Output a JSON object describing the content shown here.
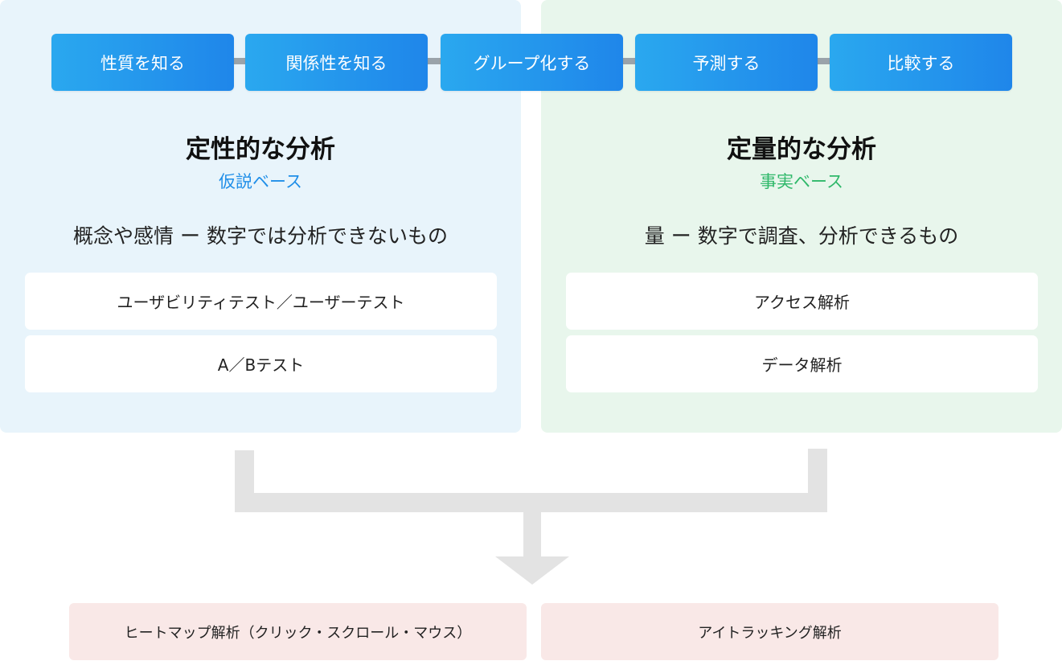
{
  "steps": [
    "性質を知る",
    "関係性を知る",
    "グループ化する",
    "予測する",
    "比較する"
  ],
  "qualitative": {
    "title": "定性的な分析",
    "subtitle": "仮説ベース",
    "description": "概念や感情 ー 数字では分析できないもの",
    "methods": [
      "ユーザビリティテスト／ユーザーテスト",
      "A／Bテスト"
    ]
  },
  "quantitative": {
    "title": "定量的な分析",
    "subtitle": "事実ベース",
    "description": "量 ー 数字で調査、分析できるもの",
    "methods": [
      "アクセス解析",
      "データ解析"
    ]
  },
  "results": [
    "ヒートマップ解析（クリック・スクロール・マウス）",
    "アイトラッキング解析"
  ],
  "colors": {
    "step_gradient_start": "#2aa8ef",
    "step_gradient_end": "#1f86ea",
    "qualitative_panel": "#e8f4fb",
    "quantitative_panel": "#e8f6ec",
    "qualitative_accent": "#1f8ee8",
    "quantitative_accent": "#2fb86a",
    "result_box": "#f9e8e7",
    "arrow": "#e3e3e3"
  }
}
